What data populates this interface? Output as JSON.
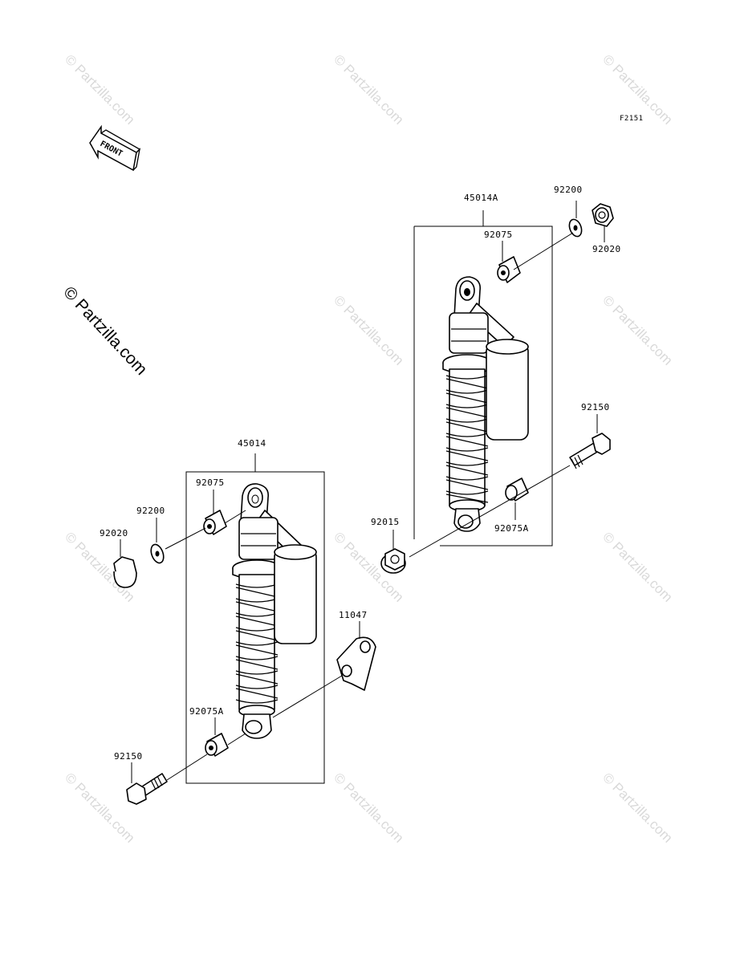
{
  "figure_code": "F2151",
  "front_label": "FRONT",
  "watermark_text": "© Partzilla.com",
  "side_watermark": "© Partzilla.com",
  "parts": {
    "shock_right": "45014A",
    "shock_left": "45014",
    "washer_right": "92200",
    "washer_left": "92200",
    "cap_nut_right": "92020",
    "cap_nut_left": "92020",
    "bushing_top_right": "92075",
    "bushing_top_left": "92075",
    "bushing_bottom_right": "92075A",
    "bushing_bottom_left": "92075A",
    "bolt_right": "92150",
    "bolt_left": "92150",
    "flange_nut": "92015",
    "bracket": "11047"
  }
}
